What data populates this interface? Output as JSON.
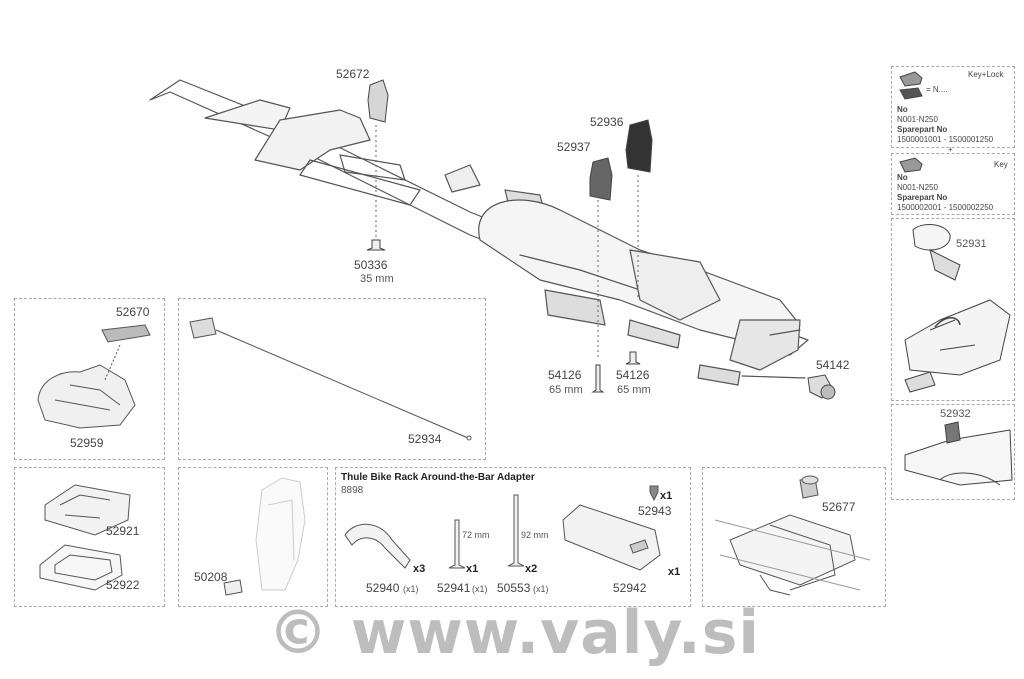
{
  "main_parts": {
    "p52672": "52672",
    "p52936": "52936",
    "p52937": "52937",
    "p50336": "50336",
    "p50336_len": "35 mm",
    "p54126a": "54126",
    "p54126a_len": "65 mm",
    "p54126b": "54126",
    "p54126b_len": "65 mm",
    "p54142": "54142"
  },
  "box_strap": {
    "p52670": "52670",
    "p52959": "52959"
  },
  "box_cable": {
    "p52934": "52934"
  },
  "box_plates": {
    "p52921": "52921",
    "p52922": "52922"
  },
  "box_holder": {
    "p50208": "50208"
  },
  "adapter": {
    "title": "Thule Bike Rack Around-the-Bar Adapter",
    "number": "8898",
    "p52940": "52940",
    "p52940_qty_note": "(x1)",
    "p52940_qty": "x3",
    "p52941": "52941",
    "p52941_qty_note": "(x1)",
    "p52941_qty": "x1",
    "p52941_len": "72 mm",
    "p50553": "50553",
    "p50553_qty_note": "(x1)",
    "p50553_qty": "x2",
    "p50553_len": "92 mm",
    "p52943": "52943",
    "p52943_qty": "x1",
    "p52942": "52942",
    "p52942_qty": "x1"
  },
  "box_lockplate": {
    "p52677": "52677"
  },
  "side": {
    "keylock_title": "Key+Lock",
    "keylock_eq": "= N....",
    "keylock_no_label": "No",
    "keylock_no_value": "N001-N250",
    "keylock_spare_label": "Sparepart No",
    "keylock_spare_value": "1500001001 - 1500001250",
    "plus": "+",
    "key_title": "Key",
    "key_no_label": "No",
    "key_no_value": "N001-N250",
    "key_spare_label": "Sparepart No",
    "key_spare_value": "1500002001 - 1500002250",
    "p52931": "52931",
    "p52932": "52932"
  },
  "watermark": "© www.valy.si"
}
